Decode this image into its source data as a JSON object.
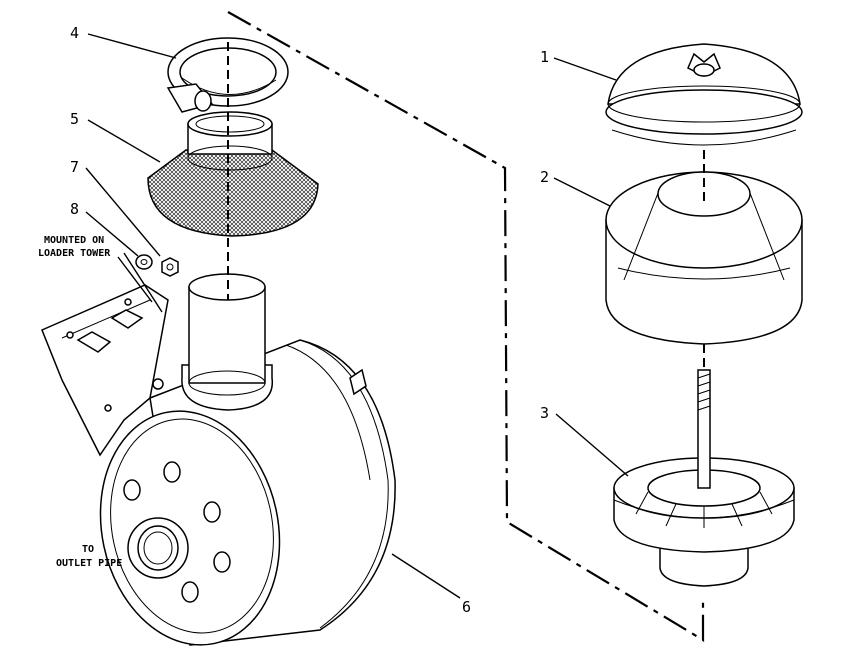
{
  "callouts": {
    "c1": "1",
    "c2": "2",
    "c3": "3",
    "c4": "4",
    "c5": "5",
    "c6": "6",
    "c7": "7",
    "c8": "8"
  },
  "notes": {
    "mounted_line1": "MOUNTED ON",
    "mounted_line2": "LOADER TOWER",
    "outlet_line1": "TO",
    "outlet_line2": "OUTLET PIPE"
  }
}
